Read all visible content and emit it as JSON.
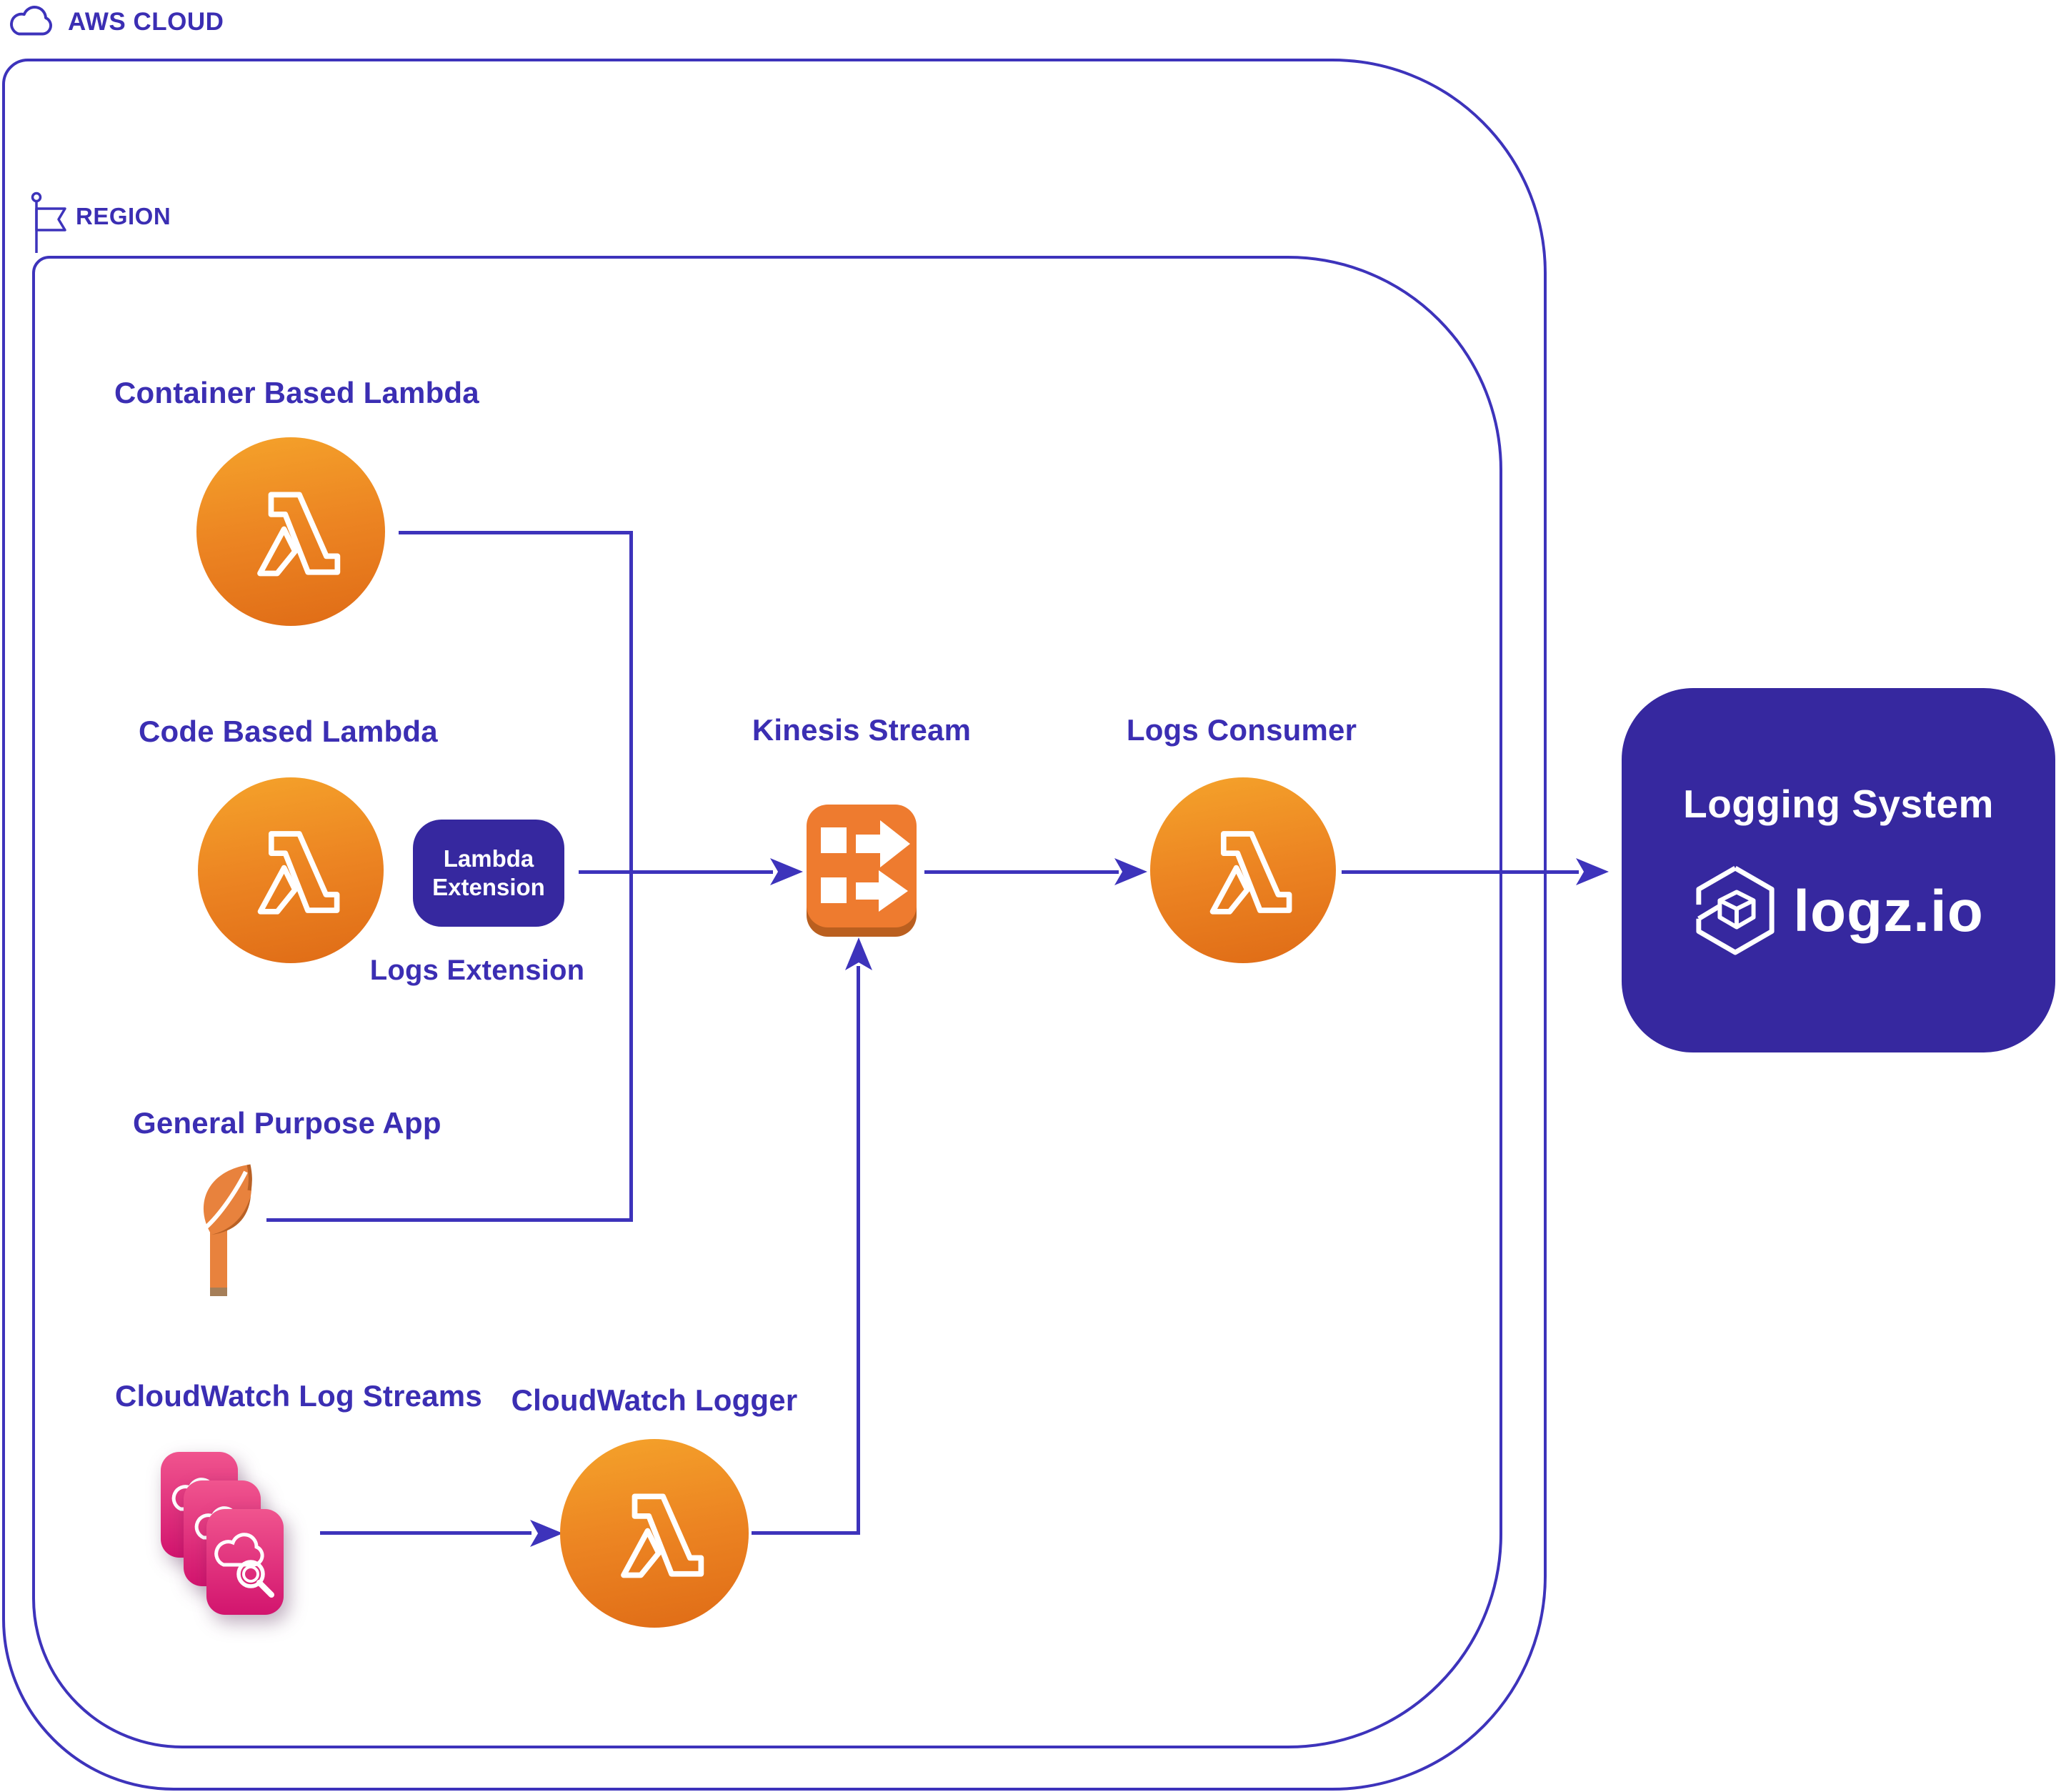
{
  "colors": {
    "indigo_text": "#3b2eb3",
    "indigo_line": "#3d33bb",
    "indigo_card": "#36289f",
    "lambda_orange_top": "#f4a02a",
    "lambda_orange_bottom": "#df6b16",
    "kinesis_orange": "#ee7b2f",
    "cloudwatch_pink_top": "#f0548e",
    "cloudwatch_pink_bottom": "#d2146e",
    "leaf_orange": "#e8823d"
  },
  "header": {
    "cloud_label": "AWS CLOUD",
    "region_label": "REGION"
  },
  "nodes": {
    "container_lambda": {
      "label": "Container Based Lambda"
    },
    "code_lambda": {
      "label": "Code Based Lambda"
    },
    "lambda_extension_badge": {
      "line1": "Lambda",
      "line2": "Extension"
    },
    "logs_extension": {
      "label": "Logs Extension"
    },
    "general_app": {
      "label": "General Purpose App"
    },
    "kinesis": {
      "label": "Kinesis Stream"
    },
    "logs_consumer": {
      "label": "Logs Consumer"
    },
    "cloudwatch_streams": {
      "label": "CloudWatch Log Streams"
    },
    "cloudwatch_logger": {
      "label": "CloudWatch Logger"
    },
    "logging_system": {
      "title": "Logging System",
      "brand": "logz.io"
    }
  }
}
